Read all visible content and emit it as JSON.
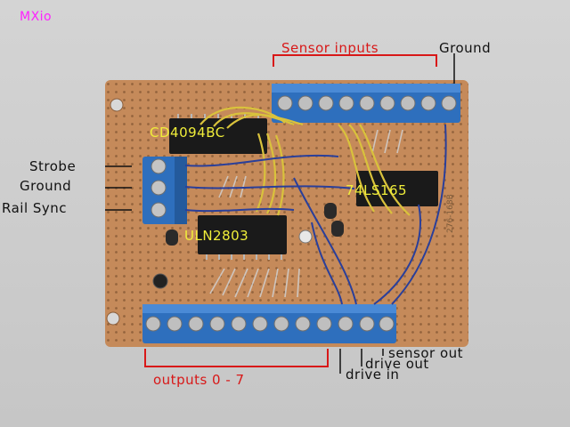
{
  "title": "MXio",
  "labels": {
    "sensor_inputs": "Sensor inputs",
    "ground_top": "Ground",
    "strobe": "Strobe",
    "ground_left": "Ground",
    "rail_sync": "Rail Sync",
    "outputs": "outputs 0 - 7",
    "sensor_out": "sensor out",
    "drive_out": "drive out",
    "drive_in": "drive in"
  },
  "chips": {
    "cd4094": "CD4094BC",
    "ls165": "74LS165",
    "uln2803": "ULN2803"
  },
  "board_text": "276-168B",
  "colors": {
    "board": "#c58a5a",
    "terminal": "#2e6fbd",
    "wire_yellow": "#d9c23c",
    "wire_blue": "#2a3f9a",
    "red_label": "#d81818",
    "chip_label": "#f0ee3a",
    "title": "#ff22ff"
  }
}
